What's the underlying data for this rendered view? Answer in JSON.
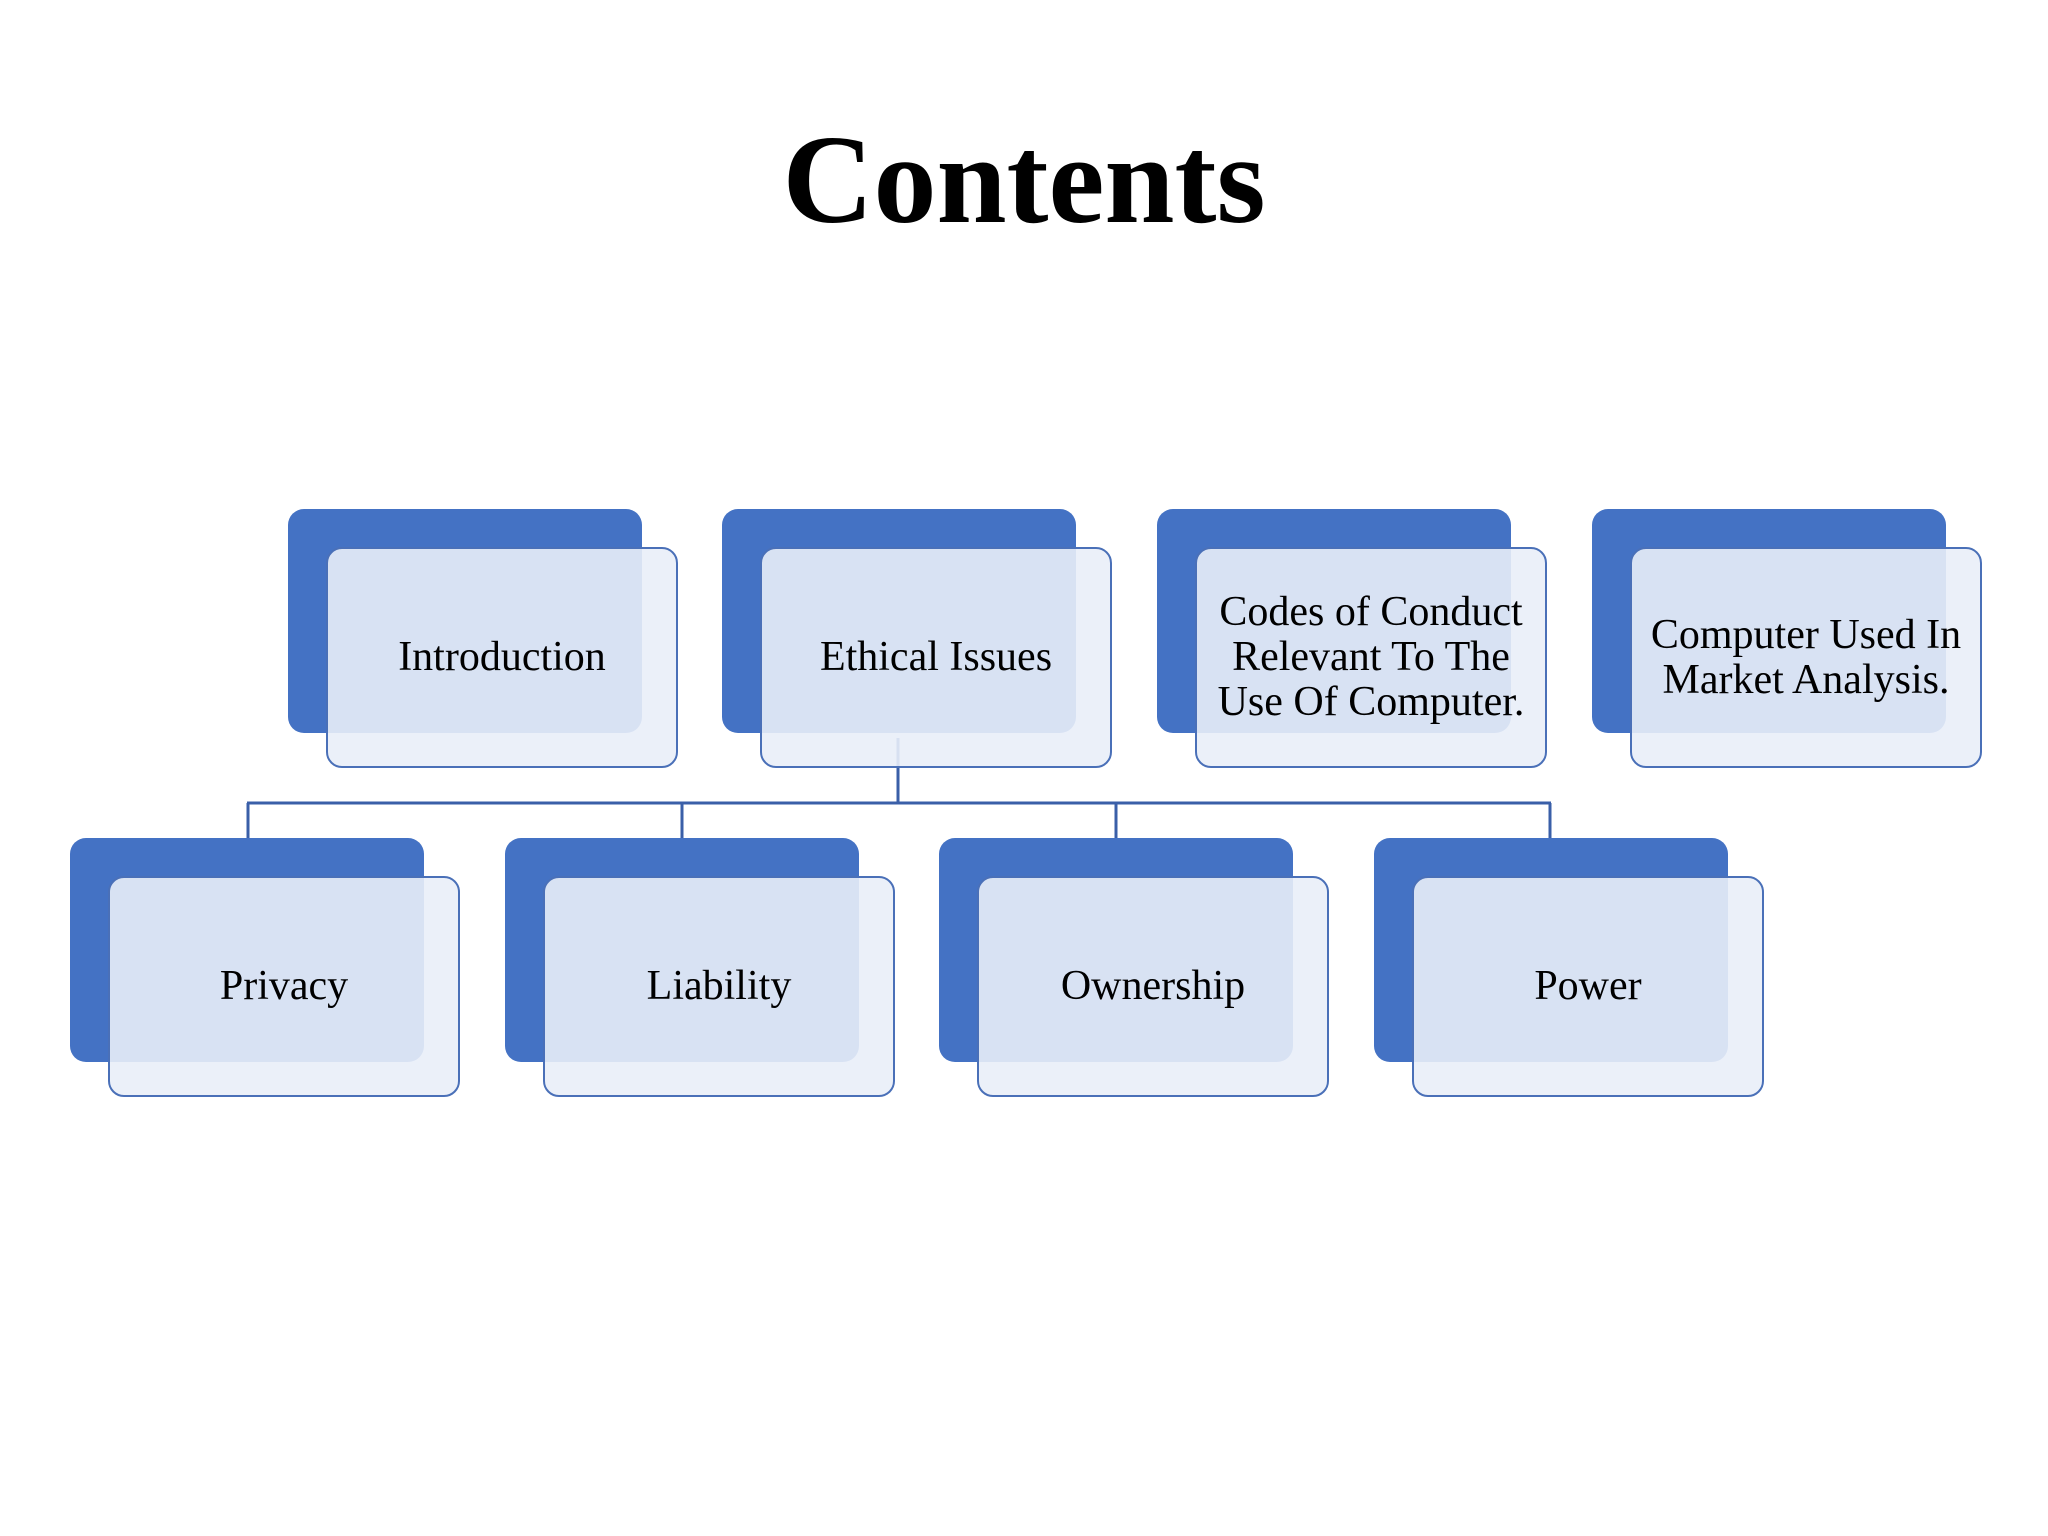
{
  "title": "Contents",
  "colors": {
    "block_fill": "#4472c4",
    "card_border": "#4a70b8",
    "card_fill": "#e9eef8",
    "connector": "#3a5fa8",
    "text": "#000000"
  },
  "top_row": [
    {
      "label": "Introduction"
    },
    {
      "label": "Ethical Issues"
    },
    {
      "label": "Codes of Conduct\nRelevant To The\nUse Of Computer."
    },
    {
      "label": "Computer Used In\nMarket Analysis."
    }
  ],
  "bottom_row": [
    {
      "label": "Privacy"
    },
    {
      "label": "Liability"
    },
    {
      "label": "Ownership"
    },
    {
      "label": "Power"
    }
  ],
  "links": {
    "parent": "Ethical Issues",
    "children": [
      "Privacy",
      "Liability",
      "Ownership",
      "Power"
    ]
  }
}
